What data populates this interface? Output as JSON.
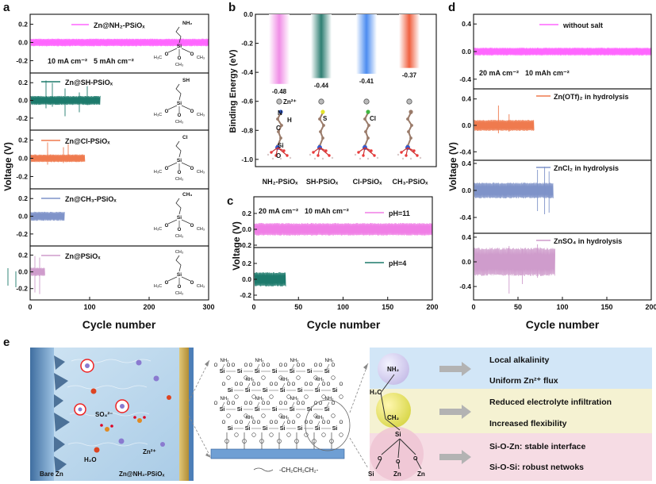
{
  "panel_letters": {
    "a": "a",
    "b": "b",
    "c": "c",
    "d": "d",
    "e": "e"
  },
  "colors": {
    "pink": "#f07ee6",
    "teal": "#1d7a6c",
    "orange": "#ef7a4e",
    "blue": "#7f93c9",
    "mauve": "#cf9ccc",
    "violet": "#ff66ff"
  },
  "chart_data": [
    {
      "panel": "a",
      "type": "line",
      "xlabel": "Cycle number",
      "ylabel": "Voltage (V)",
      "xlim": [
        0,
        300
      ],
      "x_ticks": [
        "0",
        "100",
        "200",
        "300"
      ],
      "y_ticks": [
        "-0.2",
        "0.0",
        "0.2"
      ],
      "condition_labels": [
        "10 mA cm⁻²",
        "5 mAh cm⁻²"
      ],
      "series": [
        {
          "name": "Zn@NH₂-PSiOₓ",
          "color": "#ff66ff",
          "cycles": 300,
          "amplitude_V": 0.1,
          "molecule_group": "NH₂"
        },
        {
          "name": "Zn@SH-PSiOₓ",
          "color": "#1d7a6c",
          "cycles": 118,
          "amplitude_V": 0.12,
          "molecule_group": "SH"
        },
        {
          "name": "Zn@Cl-PSiOₓ",
          "color": "#ef7a4e",
          "cycles": 92,
          "amplitude_V": 0.1,
          "molecule_group": "Cl"
        },
        {
          "name": "Zn@CH₃-PSiOₓ",
          "color": "#7f93c9",
          "cycles": 58,
          "amplitude_V": 0.12,
          "molecule_group": "CH₃"
        },
        {
          "name": "Zn@PSiOₓ",
          "color": "#cf9ccc",
          "cycles": 25,
          "amplitude_V": 0.12,
          "molecule_group": ""
        }
      ]
    },
    {
      "panel": "b",
      "type": "bar",
      "ylabel": "Binding Energy (eV)",
      "ylim": [
        -1.05,
        0
      ],
      "y_ticks": [
        "-1.0",
        "-0.8",
        "-0.6",
        "-0.4",
        "-0.2",
        "0.0"
      ],
      "categories": [
        "NH₂-PSiOₓ",
        "SH-PSiOₓ",
        "Cl-PSiOₓ",
        "CH₃-PSiOₓ"
      ],
      "values": [
        -0.48,
        -0.44,
        -0.41,
        -0.37
      ],
      "value_labels": [
        "-0.48",
        "-0.44",
        "-0.41",
        "-0.37"
      ],
      "bar_colors": [
        "#f08de6",
        "#2f7f73",
        "#4c8cf0",
        "#f0603f"
      ],
      "atom_labels": [
        "Zn²⁺",
        "N",
        "H",
        "C",
        "Si",
        "O",
        "S",
        "Cl"
      ]
    },
    {
      "panel": "c",
      "type": "line",
      "xlabel": "Cycle number",
      "ylabel": "Voltage (V)",
      "xlim": [
        0,
        200
      ],
      "x_ticks": [
        "0",
        "50",
        "100",
        "150",
        "200"
      ],
      "y_ticks": [
        "-0.2",
        "0.0",
        "0.2"
      ],
      "condition_labels": [
        "20 mA cm⁻²",
        "10 mAh cm⁻²"
      ],
      "series": [
        {
          "name": "pH=11",
          "color": "#f07ee6",
          "cycles": 200,
          "amplitude_V": 0.1
        },
        {
          "name": "pH=4",
          "color": "#1d7a6c",
          "cycles": 36,
          "amplitude_V": 0.13
        }
      ]
    },
    {
      "panel": "d",
      "type": "line",
      "xlabel": "Cycle number",
      "ylabel": "Voltage (V)",
      "xlim": [
        0,
        200
      ],
      "x_ticks": [
        "0",
        "50",
        "100",
        "150",
        "200"
      ],
      "y_ticks": [
        "-0.4",
        "0.0",
        "0.4"
      ],
      "condition_labels": [
        "20 mA cm⁻²",
        "10 mAh cm⁻²"
      ],
      "series": [
        {
          "name": "without salt",
          "color": "#ff66ff",
          "cycles": 200,
          "amplitude_V": 0.07
        },
        {
          "name": "Zn(OTf)₂ in hydrolysis",
          "color": "#ef7a4e",
          "cycles": 68,
          "amplitude_V": 0.2
        },
        {
          "name": "ZnCl₂ in hydrolysis",
          "color": "#7f93c9",
          "cycles": 90,
          "amplitude_V": 0.25
        },
        {
          "name": "ZnSO₄ in hydrolysis",
          "color": "#cf9ccc",
          "cycles": 92,
          "amplitude_V": 0.3
        }
      ]
    }
  ],
  "schematic": {
    "bare_zn": "Bare Zn",
    "coated_zn": "Zn@NH₂-PSiOₓ",
    "so4": "SO₄²⁻",
    "zn2": "Zn²⁺",
    "h2o": "H₂O",
    "chain": "-CH₂CH₂CH₂-",
    "features": [
      "Local alkalinity",
      "Uniform Zn²⁺ flux",
      "Reduced electrolyte infiltration",
      "Increased flexibility",
      "Si-O-Zn: stable interface",
      "Si-O-Si: robust netwoks"
    ],
    "molecule_labels": {
      "nh2": "NH₂",
      "ch2": "CH₂",
      "h2c": "H₂C",
      "si": "Si",
      "o": "O",
      "zn": "Zn"
    }
  }
}
